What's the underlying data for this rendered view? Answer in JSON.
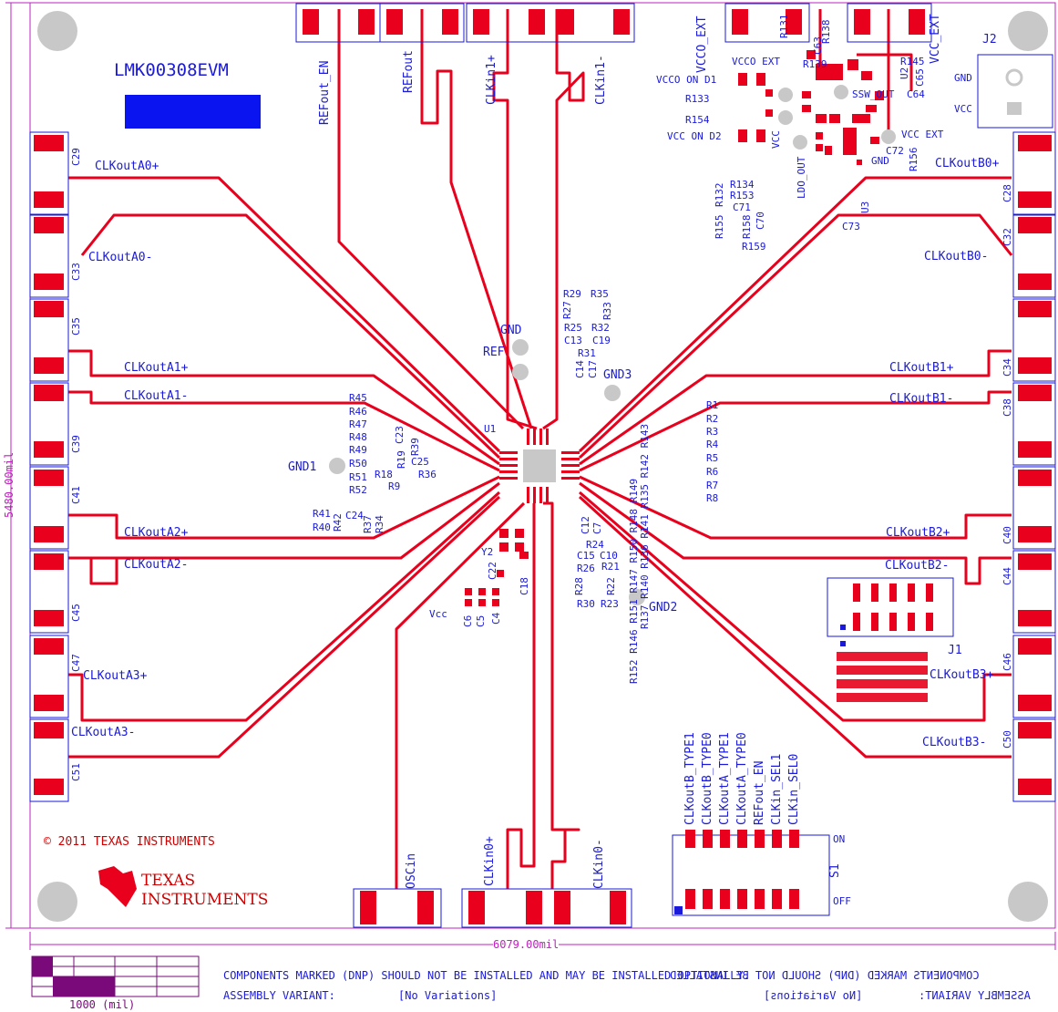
{
  "board": {
    "name": "LMK00308EVM",
    "copyright": "© 2011  TEXAS INSTRUMENTS",
    "logo_line1": "TEXAS",
    "logo_line2": "INSTRUMENTS",
    "dim_height": "5480.00mil",
    "dim_width": "6079.00mil",
    "scale_label": "1000 (mil)"
  },
  "footer": {
    "line1": "COMPONENTS MARKED (DNP) SHOULD NOT BE INSTALLED AND MAY BE INSTALLED OPTIONALLY.",
    "line2_label": "ASSEMBLY VARIANT:",
    "line2_value": "[No Variations]",
    "mirror_line1": "COMPONENTS MARKED (DNP) SHOULD NOT BE INSTALLED",
    "mirror_line2_label": "ASSEMBLY VARIANT:",
    "mirror_line2_value": "[No Variations]"
  },
  "top_connectors": [
    "REFout_EN",
    "REFout",
    "CLKin1+",
    "CLKin1-",
    "VCCO_EXT",
    "VCC_EXT"
  ],
  "bottom_connectors": [
    "OSCin",
    "CLKin0+",
    "CLKin0-"
  ],
  "left_outputs": [
    "CLKoutA0+",
    "CLKoutA0-",
    "CLKoutA1+",
    "CLKoutA1-",
    "CLKoutA2+",
    "CLKoutA2-",
    "CLKoutA3+",
    "CLKoutA3-"
  ],
  "right_outputs": [
    "CLKoutB0+",
    "CLKoutB0-",
    "CLKoutB1+",
    "CLKoutB1-",
    "CLKoutB2+",
    "CLKoutB2-",
    "CLKoutB3+",
    "CLKoutB3-"
  ],
  "left_caps": [
    "C29",
    "C33",
    "C35",
    "C39",
    "C41",
    "C45",
    "C47",
    "C51"
  ],
  "right_caps": [
    "C28",
    "C32",
    "C34",
    "C38",
    "C40",
    "C44",
    "C46",
    "C50"
  ],
  "test_points": {
    "gnd": "GND",
    "ref": "REF",
    "gnd1": "GND1",
    "gnd2": "GND2",
    "gnd3": "GND3",
    "vcco_ext": "VCCO EXT",
    "vcco_on": "VCCO ON D1",
    "vcc_on": "VCC ON D2",
    "vcc": "VCC",
    "ssw_out": "SSW_OUT",
    "ldo_out": "LDO_OUT",
    "gnd_small": "GND",
    "vcc_ext_tp": "VCC EXT",
    "vcc_j2": "VCC",
    "gnd_j2": "GND",
    "vcc_small": "Vcc"
  },
  "refs": {
    "u1": "U1",
    "u2": "U2",
    "u3": "U3",
    "y2": "Y2",
    "j1": "J1",
    "j2": "J2",
    "s1": "S1",
    "r131": "R131",
    "r138": "R138",
    "r139": "R139",
    "r145": "R145",
    "c63": "C63",
    "c65": "C65",
    "c64": "C64",
    "r133": "R133",
    "r154": "R154",
    "r134": "R134",
    "r132": "R132",
    "r153": "R153",
    "c71": "C71",
    "r155": "R155",
    "r158": "R158",
    "c70": "C70",
    "r159": "R159",
    "c72": "C72",
    "r156": "R156",
    "c73": "C73",
    "r29": "R29",
    "r35": "R35",
    "r27": "R27",
    "r33": "R33",
    "r25": "R25",
    "r32": "R32",
    "c13": "C13",
    "c19": "C19",
    "r31": "R31",
    "c14": "C14",
    "c17": "C17",
    "r45": "R45",
    "r46": "R46",
    "r47": "R47",
    "r48": "R48",
    "r49": "R49",
    "r50": "R50",
    "r51": "R51",
    "r52": "R52",
    "c23": "C23",
    "r39": "R39",
    "r19": "R19",
    "c25": "C25",
    "r18": "R18",
    "r36": "R36",
    "r9": "R9",
    "r41": "R41",
    "r42": "R42",
    "r40": "R40",
    "c24": "C24",
    "r37": "R37",
    "r34": "R34",
    "r1": "R1",
    "r2": "R2",
    "r3": "R3",
    "r4": "R4",
    "r5": "R5",
    "r6": "R6",
    "r7": "R7",
    "r8": "R8",
    "c12": "C12",
    "c7": "C7",
    "r24": "R24",
    "c15": "C15",
    "c10": "C10",
    "r26": "R26",
    "r21": "R21",
    "r28": "R28",
    "r22": "R22",
    "r30": "R30",
    "r23": "R23",
    "c22": "C22",
    "c18": "C18",
    "c6": "C6",
    "c5": "C5",
    "c4": "C4",
    "rcol1": "R152 R146 R151 R147 R150 R148 R149",
    "rcol2": "R137 R140 R136 R141 R135 R142 R143"
  },
  "switch": {
    "labels": [
      "CLKoutB_TYPE1",
      "CLKoutB_TYPE0",
      "CLKoutA_TYPE1",
      "CLKoutA_TYPE0",
      "REFout_EN",
      "CLKin_SEL1",
      "CLKin_SEL0"
    ],
    "on": "ON",
    "off": "OFF"
  },
  "colors": {
    "copper": "#e8001c",
    "silk": "#1a1ad8",
    "outline": "#c020c0",
    "pad_gray": "#c8c8c8",
    "scale_purple": "#7a0a7a"
  }
}
